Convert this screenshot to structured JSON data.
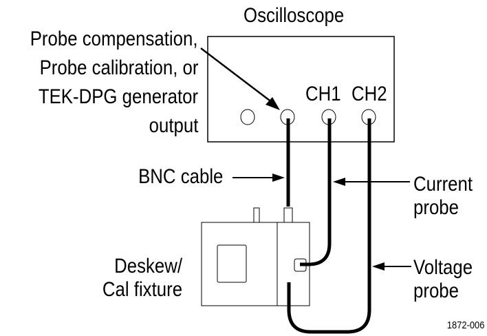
{
  "title": "Oscilloscope",
  "labels": {
    "probe_comp_line1": "Probe compensation,",
    "probe_comp_line2": "Probe calibration, or",
    "probe_comp_line3": "TEK-DPG generator",
    "probe_comp_line4": "output",
    "ch1": "CH1",
    "ch2": "CH2",
    "bnc_cable": "BNC cable",
    "current_probe_line1": "Current",
    "current_probe_line2": "probe",
    "voltage_probe_line1": "Voltage",
    "voltage_probe_line2": "probe",
    "fixture_line1": "Deskew/",
    "fixture_line2": "Cal fixture",
    "figure_id": "1872-006"
  },
  "colors": {
    "line": "#000000",
    "background": "#ffffff"
  }
}
